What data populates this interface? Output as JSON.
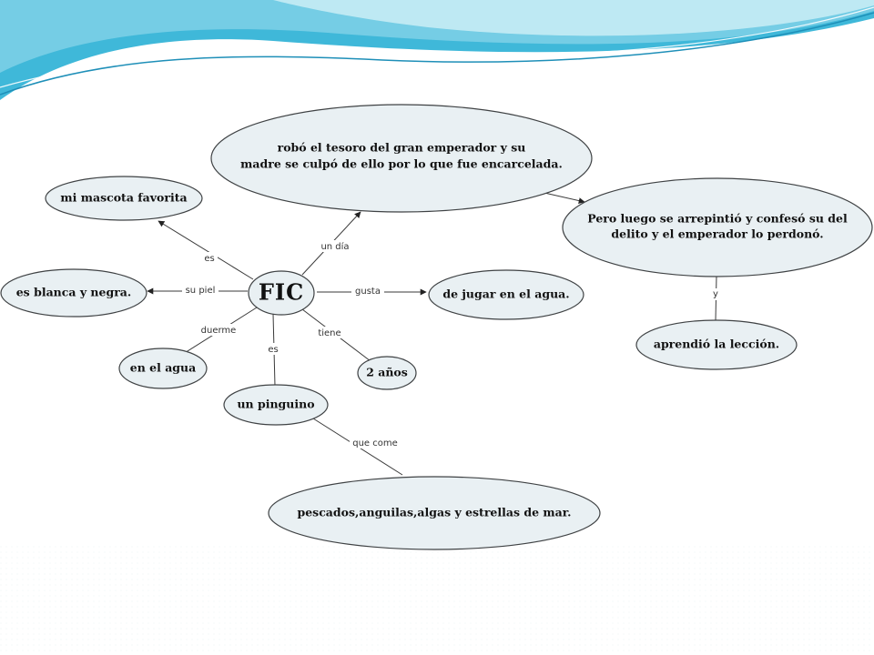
{
  "slide": {
    "header_colors": [
      "#3fb8d9",
      "#9fdbea",
      "#1e8fb8"
    ]
  },
  "map": {
    "center": "FIC",
    "nodes": {
      "mascota": "mi mascota favorita",
      "blanca": "es blanca y negra.",
      "agua_duerme": "en el agua",
      "pinguino": "un pinguino",
      "anios": "2 años",
      "jugar": "de jugar en el agua.",
      "robo_line1": "robó el tesoro del gran emperador y su",
      "robo_line2": "madre se culpó de ello por lo que fue encarcelada.",
      "pero_line1": "Pero luego se arrepintió y confesó su del",
      "pero_line2": "delito y el emperador lo perdonó.",
      "aprendio": "aprendió la lección.",
      "pescados": "pescados,anguilas,algas y estrellas de mar."
    },
    "links": {
      "es_mascota": "es",
      "su_piel": "su piel",
      "duerme": "duerme",
      "es_pinguino": "es",
      "tiene": "tiene",
      "gusta": "gusta",
      "un_dia": "un día",
      "y": "y",
      "que_come": "que come"
    }
  }
}
